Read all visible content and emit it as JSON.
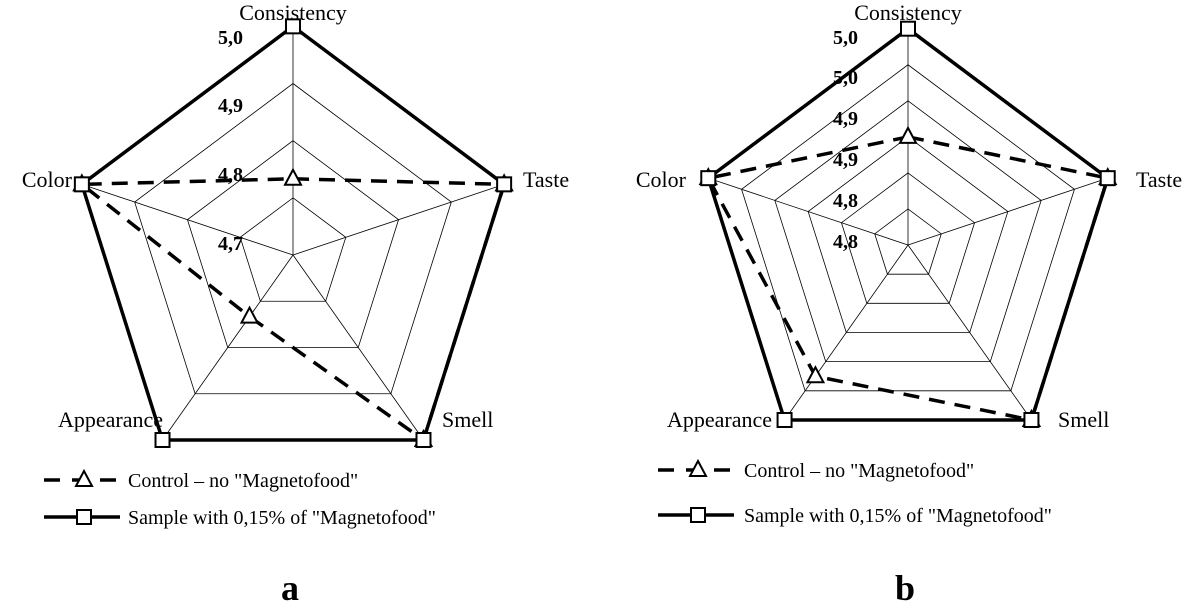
{
  "chart_data": [
    {
      "type": "radar",
      "panel_label": "a",
      "axes": [
        "Consistency",
        "Taste",
        "Smell",
        "Appearance",
        "Color"
      ],
      "tick_labels": [
        "5,0",
        "4,9",
        "4,8",
        "4,7"
      ],
      "grid_levels": 4,
      "series": [
        {
          "name": "Control – no \"Magnetofood\"",
          "style": "dashed",
          "marker": "triangle",
          "values": [
            4.8,
            5.0,
            5.0,
            4.8,
            5.0
          ]
        },
        {
          "name": "Sample with 0,15% of \"Magnetofood\"",
          "style": "solid",
          "marker": "square",
          "values": [
            5.0,
            5.0,
            5.0,
            5.0,
            5.0
          ]
        }
      ]
    },
    {
      "type": "radar",
      "panel_label": "b",
      "axes": [
        "Consistency",
        "Taste",
        "Smell",
        "Appearance",
        "Color"
      ],
      "tick_labels": [
        "5,0",
        "5,0",
        "4,9",
        "4,9",
        "4,8",
        "4,8"
      ],
      "grid_levels": 6,
      "series": [
        {
          "name": "Control – no \"Magnetofood\"",
          "style": "dashed",
          "marker": "triangle",
          "values": [
            4.9,
            5.0,
            5.0,
            4.95,
            5.0
          ]
        },
        {
          "name": "Sample with 0,15% of \"Magnetofood\"",
          "style": "solid",
          "marker": "square",
          "values": [
            5.0,
            5.0,
            5.0,
            5.0,
            5.0
          ]
        }
      ]
    }
  ]
}
